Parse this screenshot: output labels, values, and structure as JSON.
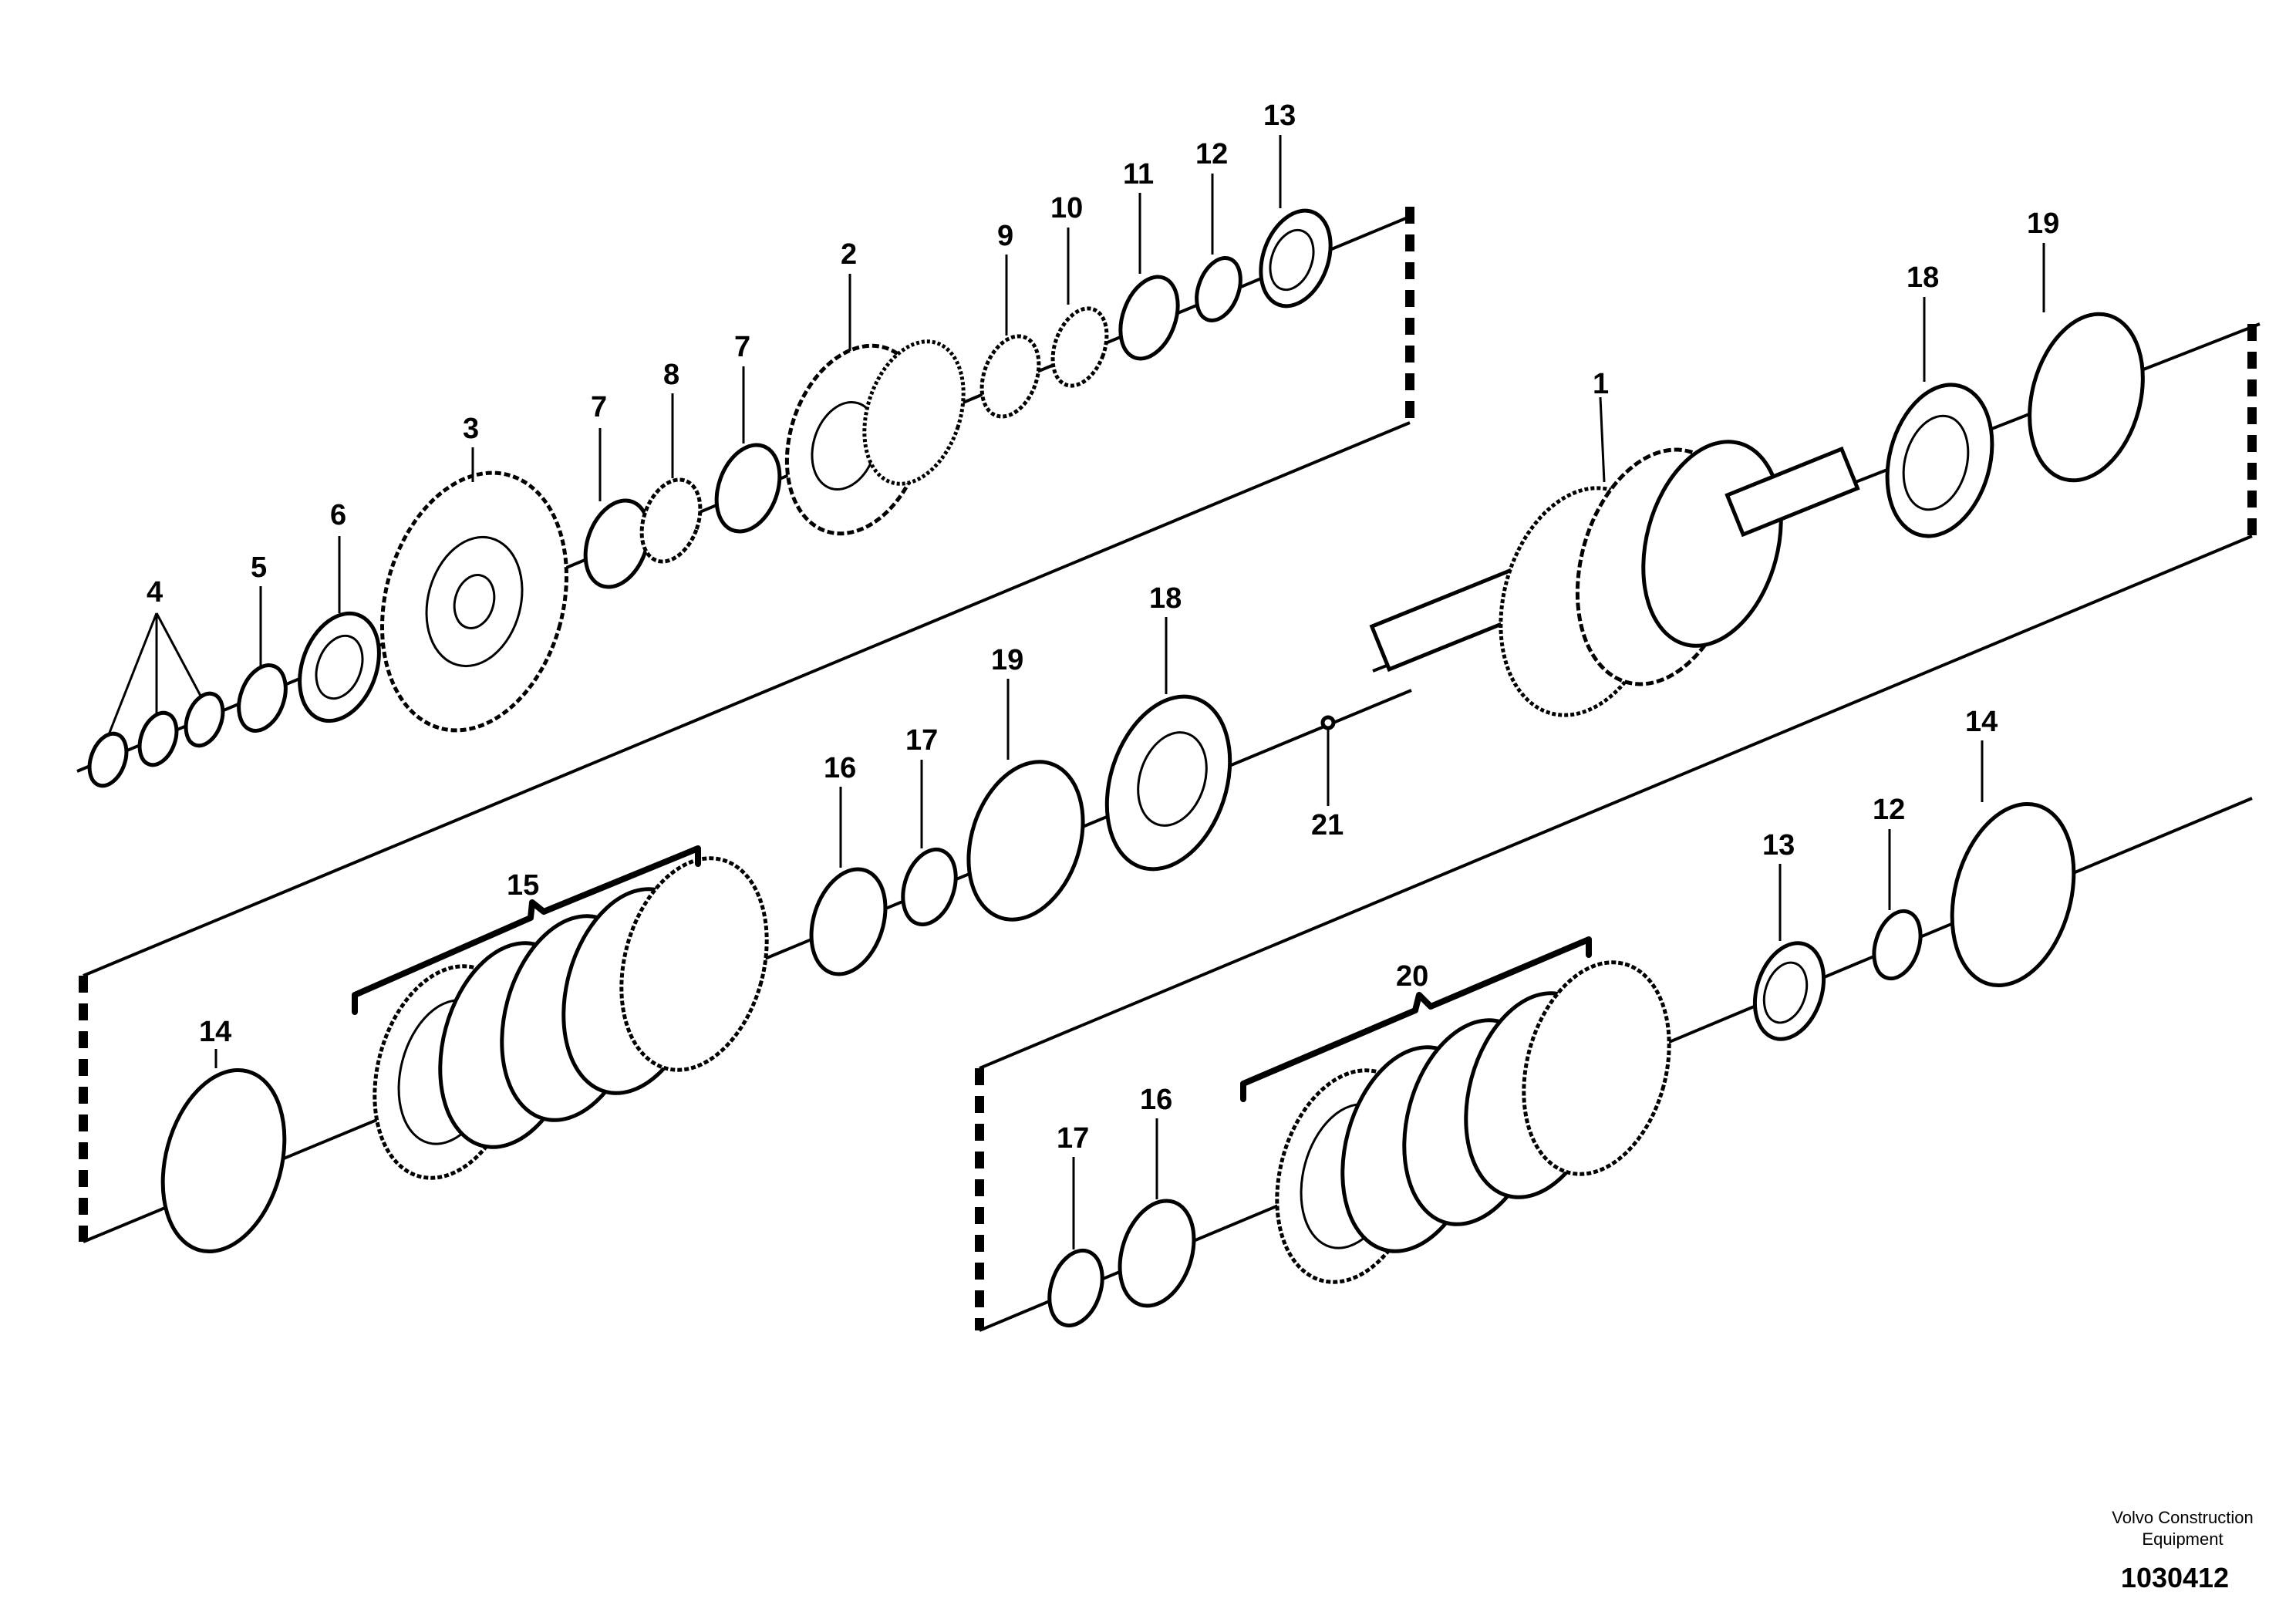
{
  "callouts": {
    "c1": "1",
    "c2": "2",
    "c3": "3",
    "c4": "4",
    "c5": "5",
    "c6": "6",
    "c7a": "7",
    "c7b": "7",
    "c8": "8",
    "c9": "9",
    "c10": "10",
    "c11": "11",
    "c12a": "12",
    "c12b": "12",
    "c13a": "13",
    "c13b": "13",
    "c14a": "14",
    "c14b": "14",
    "c15": "15",
    "c16a": "16",
    "c16b": "16",
    "c17a": "17",
    "c17b": "17",
    "c18a": "18",
    "c18b": "18",
    "c19a": "19",
    "c19b": "19",
    "c20": "20",
    "c21": "21"
  },
  "footer": {
    "brand_line1": "Volvo Construction",
    "brand_line2": "Equipment",
    "drawing_number": "1030412"
  }
}
